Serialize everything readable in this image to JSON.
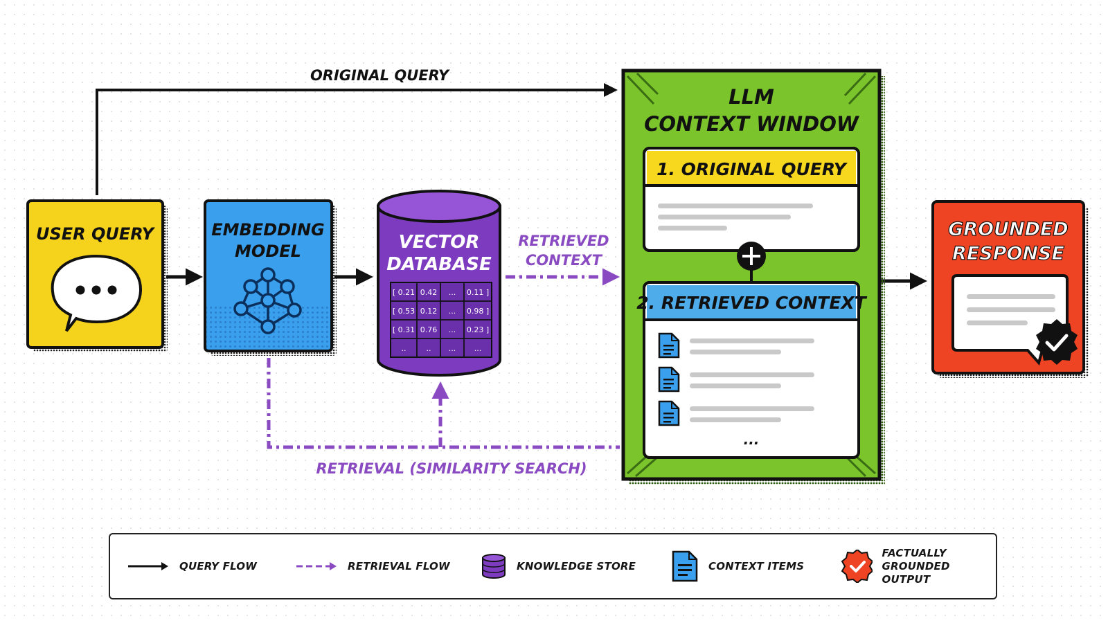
{
  "nodes": {
    "user_query": "USER QUERY",
    "embedding_model": [
      "EMBEDDING",
      "MODEL"
    ],
    "vector_database": [
      "VECTOR",
      "DATABASE"
    ],
    "llm_context_window": [
      "LLM",
      "CONTEXT WINDOW"
    ],
    "original_query_panel": "1. ORIGINAL QUERY",
    "retrieved_context_panel": "2. RETRIEVED CONTEXT",
    "grounded_response": [
      "GROUNDED",
      "RESPONSE"
    ]
  },
  "vectors": [
    [
      "[ 0.21",
      "0.42",
      "...",
      "0.11 ]"
    ],
    [
      "[ 0.53",
      "0.12",
      "...",
      "0.98 ]"
    ],
    [
      "[ 0.31",
      "0.76",
      "...",
      "0.23 ]"
    ],
    [
      "..",
      "..",
      "...",
      "..."
    ]
  ],
  "flows": {
    "original_query": "ORIGINAL QUERY",
    "retrieved_context": [
      "RETRIEVED",
      "CONTEXT"
    ],
    "retrieval": "RETRIEVAL (SIMILARITY SEARCH)"
  },
  "context_ellipsis": "...",
  "legend": {
    "query_flow": "QUERY FLOW",
    "retrieval_flow": "RETRIEVAL FLOW",
    "knowledge_store": "KNOWLEDGE STORE",
    "context_items": "CONTEXT ITEMS",
    "grounded_output": [
      "FACTUALLY",
      "GROUNDED OUTPUT"
    ]
  },
  "colors": {
    "user_query": "#F5D31C",
    "embedding": "#3AA0EE",
    "vector_db": "#7D3CC0",
    "llm": "#7BC42B",
    "panel_header_yellow": "#F7D81E",
    "panel_header_blue": "#4FACEB",
    "response": "#EE4423",
    "retrieval_flow": "#8A4BC2",
    "query_flow": "#111111"
  }
}
